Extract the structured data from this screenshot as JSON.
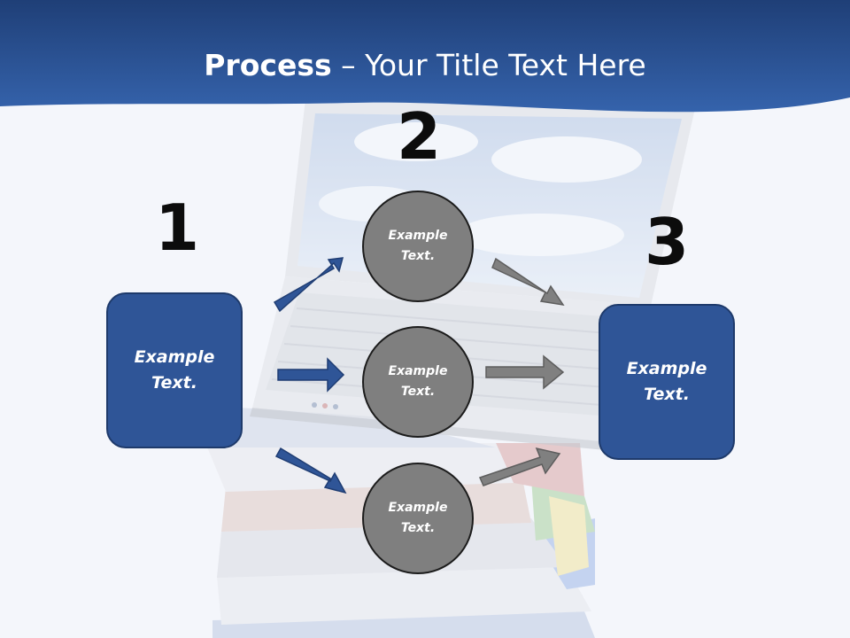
{
  "title": {
    "bold": "Process",
    "rest": " – Your Title Text Here"
  },
  "numbers": [
    "1",
    "2",
    "3"
  ],
  "boxes": [
    {
      "line1": "Example",
      "line2": "Text."
    },
    {
      "line1": "Example",
      "line2": "Text."
    }
  ],
  "circles": [
    {
      "line1": "Example",
      "line2": "Text."
    },
    {
      "line1": "Example",
      "line2": "Text."
    },
    {
      "line1": "Example",
      "line2": "Text."
    }
  ],
  "colors": {
    "header": "#2f5597",
    "box": "#2f5597",
    "circle": "#7f7f7f",
    "arrow_blue": "#2f5597",
    "arrow_gray": "#7f7f7f"
  }
}
